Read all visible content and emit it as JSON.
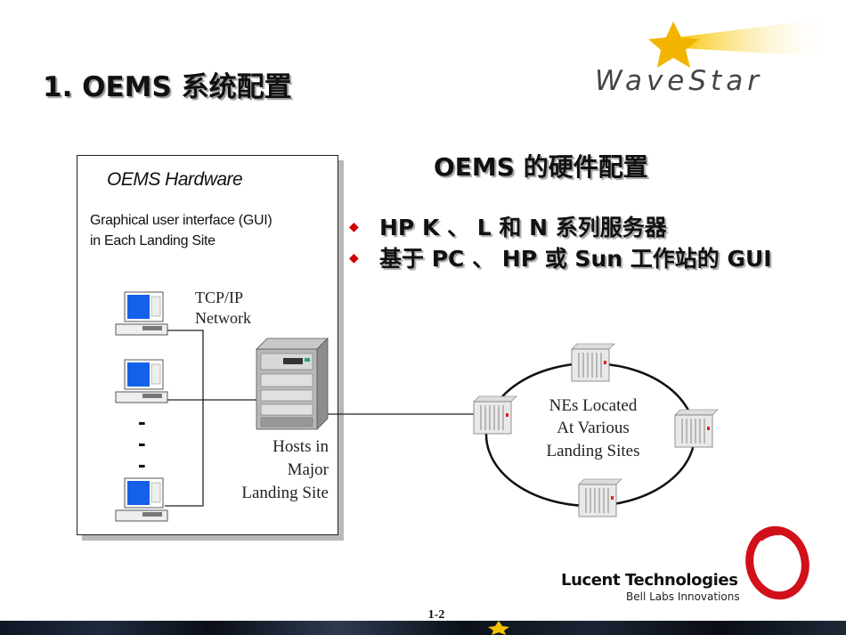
{
  "header": {
    "title": "1. OEMS  系统配置",
    "logo_text": "WaveStar"
  },
  "hardware_box": {
    "title": "OEMS Hardware",
    "gui_line1": "Graphical user interface (GUI)",
    "gui_line2": "in Each Landing Site",
    "network_line1": "TCP/IP",
    "network_line2": "Network",
    "dashes": [
      "-",
      "-",
      "-"
    ],
    "hosts_line1": "Hosts in",
    "hosts_line2": "Major",
    "hosts_line3": "Landing Site"
  },
  "main": {
    "heading": "OEMS 的硬件配置",
    "bullets": [
      "HP K 、 L 和 N 系列服务器",
      "基于 PC 、 HP 或 Sun 工作站的 GUI"
    ],
    "bullet_symbol": "◆"
  },
  "ring": {
    "line1": "NEs Located",
    "line2": "At Various",
    "line3": "Landing Sites"
  },
  "footer": {
    "company": "Lucent Technologies",
    "tagline": "Bell Labs Innovations",
    "page_number": "1-2"
  },
  "colors": {
    "bullet": "#d00000",
    "logo_ring": "#d2101a",
    "star": "#f2b400",
    "monitor_screen": "#1460e8"
  },
  "icons": {
    "logo": "star-icon",
    "computer": "desktop-computer-icon",
    "server": "server-tower-icon",
    "network_element": "ne-rack-icon",
    "company_logo": "lucent-ring-logo"
  }
}
